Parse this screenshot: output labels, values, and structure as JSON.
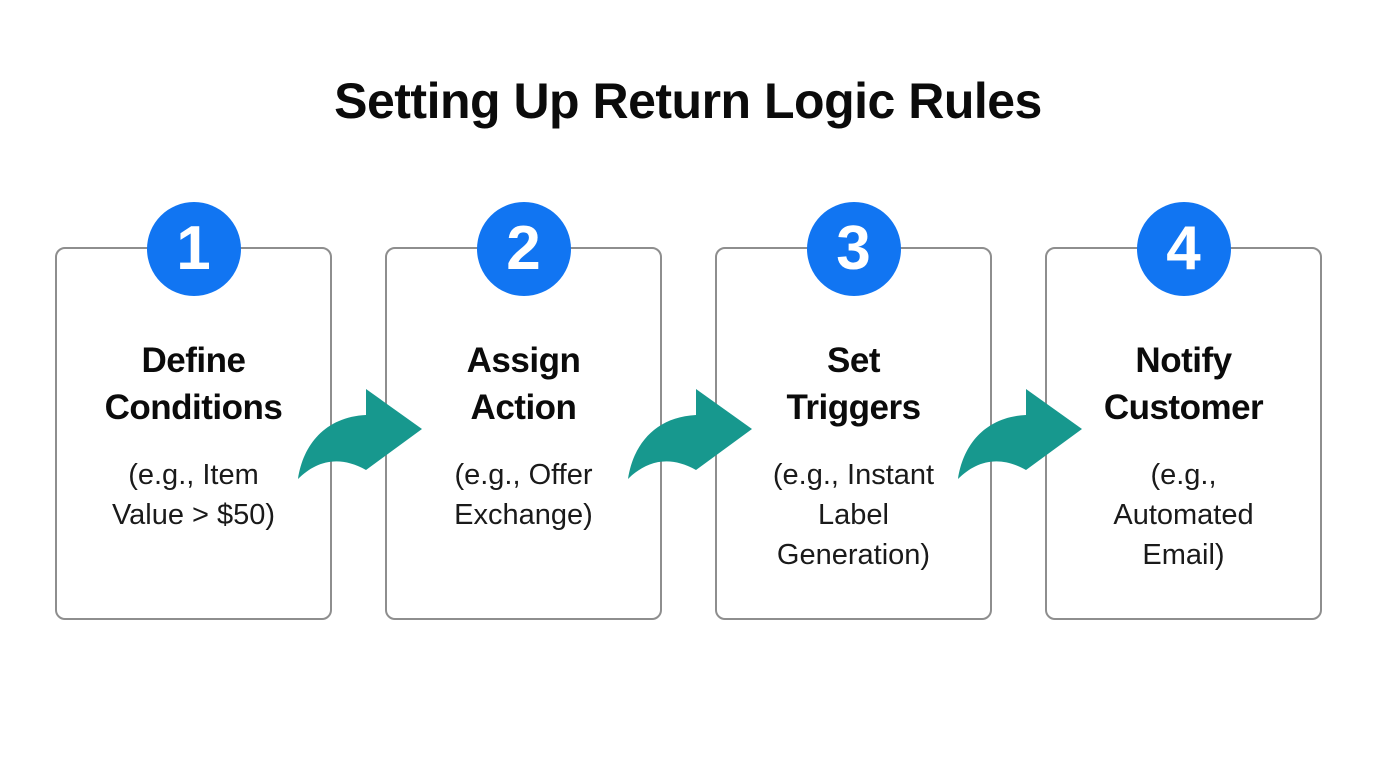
{
  "title": "Setting Up Return Logic Rules",
  "steps": [
    {
      "number": "1",
      "heading": "Define\nConditions",
      "example": "(e.g., Item\nValue > $50)"
    },
    {
      "number": "2",
      "heading": "Assign\nAction",
      "example": "(e.g., Offer\nExchange)"
    },
    {
      "number": "3",
      "heading": "Set\nTriggers",
      "example": "(e.g., Instant\nLabel\nGeneration)"
    },
    {
      "number": "4",
      "heading": "Notify\nCustomer",
      "example": "(e.g.,\nAutomated\nEmail)"
    }
  ],
  "icons": {
    "arrow": "curved-right-arrow"
  },
  "colors": {
    "step_badge_blue": "#1175F2",
    "arrow_teal": "#17988E",
    "card_border": "#8E8E8E",
    "heading_text": "#0B0B0B",
    "example_text": "#1A1A1A",
    "background": "#FFFFFF"
  }
}
